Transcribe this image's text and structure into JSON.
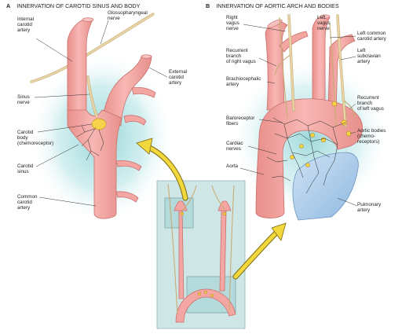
{
  "panel_a": {
    "letter": "A",
    "title": "INNERVATION OF CAROTID SINUS AND BODY",
    "labels": {
      "internal_carotid": [
        "Internal",
        "carotid",
        "artery"
      ],
      "glossopharyngeal": [
        "Glossopharyngeal",
        "nerve"
      ],
      "external_carotid": [
        "External",
        "carotid",
        "artery"
      ],
      "sinus_nerve": [
        "Sinus",
        "nerve"
      ],
      "carotid_body": [
        "Carotid",
        "body",
        "(chemoreceptor)"
      ],
      "carotid_sinus": [
        "Carotid",
        "sinus"
      ],
      "common_carotid": [
        "Common",
        "carotid",
        "artery"
      ]
    }
  },
  "panel_b": {
    "letter": "B",
    "title": "INNERVATION OF AORTIC ARCH AND BODIES",
    "labels": {
      "right_vagus": [
        "Right",
        "vagus",
        "nerve"
      ],
      "left_vagus": [
        "Left",
        "vagus",
        "nerve"
      ],
      "left_common_carotid": [
        "Left common",
        "carotid artery"
      ],
      "recurrent_right": [
        "Recurrent",
        "branch",
        "of right vagus"
      ],
      "left_subclavian": [
        "Left",
        "subclavian",
        "artery"
      ],
      "brachiocephalic": [
        "Brachiocephalic",
        "artery"
      ],
      "recurrent_left": [
        "Recurrent",
        "branch",
        "of left vagus"
      ],
      "baroreceptor": [
        "Baroreceptor",
        "fibers"
      ],
      "aortic_bodies": [
        "Aortic bodies",
        "(chemo-",
        "receptors)"
      ],
      "cardiac_nerves": [
        "Cardiac",
        "nerves"
      ],
      "aorta": [
        "Aorta"
      ],
      "pulmonary_artery": [
        "Pulmonary",
        "artery"
      ]
    }
  },
  "colors": {
    "artery": "#f4a6a3",
    "artery_outline": "#c9706c",
    "nerve": "#e8d3a4",
    "chemoreceptor": "#f6d34a",
    "pulmonary": "#a9cbea",
    "halo": "#3fb3b8",
    "inset_panel": "#cfe6e7",
    "arrow": "#f2d83c"
  }
}
